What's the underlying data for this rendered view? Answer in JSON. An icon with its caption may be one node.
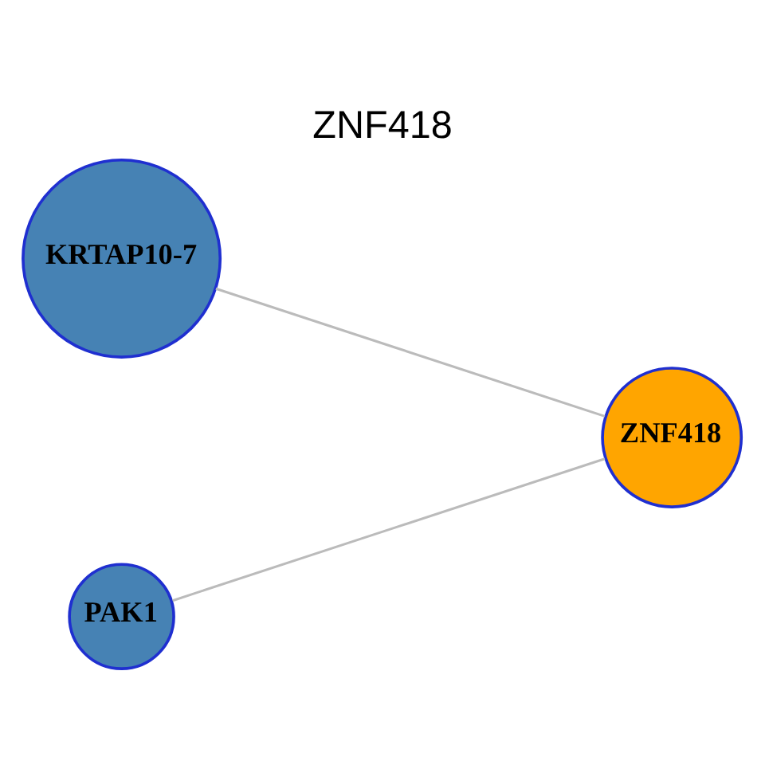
{
  "diagram": {
    "title": "ZNF418",
    "nodes": [
      {
        "text": [
          "KRTAP10-7"
        ]
      },
      {
        "text": [
          "ZNF418"
        ]
      },
      {
        "text": [
          "PAK1"
        ]
      }
    ],
    "edges": [
      {
        "from": 1,
        "to": 0,
        "arrow": "none"
      },
      {
        "from": 1,
        "to": 2,
        "arrow": "none"
      }
    ]
  }
}
